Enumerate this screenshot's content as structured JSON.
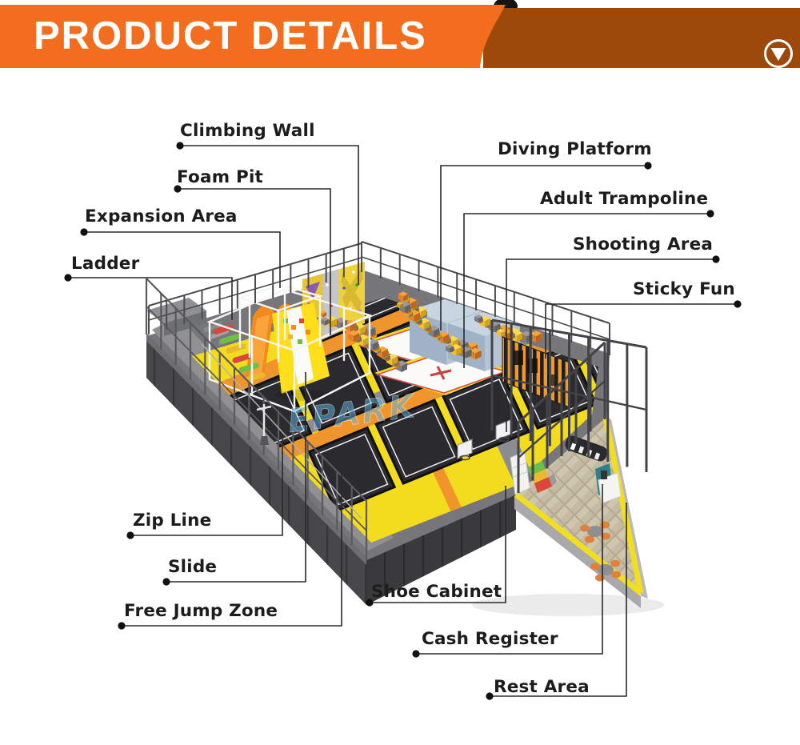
{
  "header": {
    "title": "PRODUCT DETAILS",
    "icon": "scroll-down-circle-icon",
    "colors": {
      "banner_orange": "#F36D1F",
      "bar_brown": "#9C4A0B"
    }
  },
  "watermark": "EPARK",
  "labels": {
    "climbing_wall": "Climbing Wall",
    "foam_pit": "Foam Pit",
    "expansion_area": "Expansion Area",
    "ladder": "Ladder",
    "zip_line": "Zip Line",
    "slide": "Slide",
    "free_jump_zone": "Free Jump Zone",
    "diving_platform": "Diving Platform",
    "adult_trampoline": "Adult Trampoline",
    "shooting_area": "Shooting Area",
    "sticky_fun": "Sticky Fun",
    "shoe_cabinet": "Shoe Cabinet",
    "cash_register": "Cash Register",
    "rest_area": "Rest Area"
  }
}
